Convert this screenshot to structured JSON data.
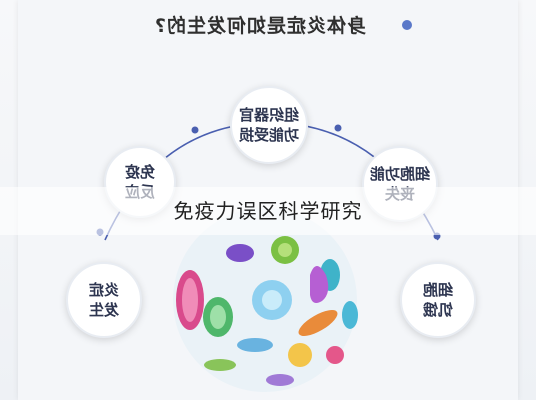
{
  "header": {
    "title": "身体炎症是如何发生的?"
  },
  "nodes": [
    {
      "label": "组织器官\n功能受损"
    },
    {
      "label": "免疫\n反应"
    },
    {
      "label": "细胞功能\n丧失"
    },
    {
      "label": "炎症\n发生"
    },
    {
      "label": "细胞\n饥饿"
    }
  ],
  "overlay": {
    "caption": "免疫力误区科学研究"
  },
  "colors": {
    "accent": "#5a78c9",
    "node_text": "#2d3550",
    "connector": "#4a5fb0"
  },
  "illustration": {
    "icon": "bacteria-cluster-illustration"
  }
}
